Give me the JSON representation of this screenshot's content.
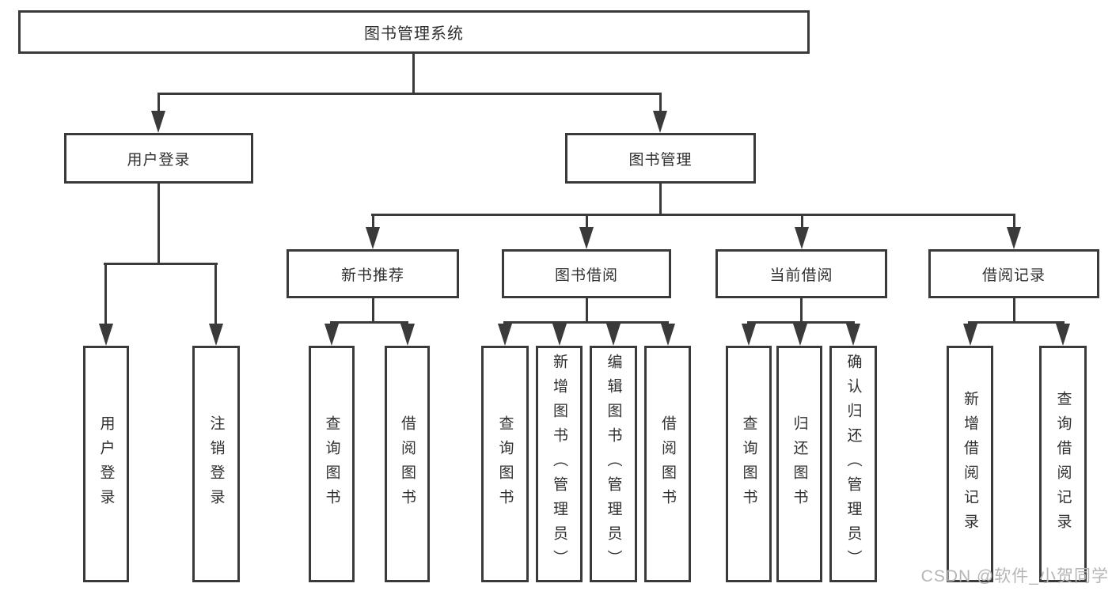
{
  "diagram": {
    "title": "图书管理系统",
    "level2": {
      "user_login": "用户登录",
      "book_management": "图书管理"
    },
    "level3": {
      "new_book_recommend": "新书推荐",
      "book_borrow": "图书借阅",
      "current_borrow": "当前借阅",
      "borrow_records": "借阅记录"
    },
    "leaves": {
      "user_login": "用户登录",
      "logout": "注销登录",
      "nb_query_books": "查询图书",
      "nb_borrow_books": "借阅图书",
      "bb_query_books": "查询图书",
      "bb_add_books_admin": "新增图书（管理员）",
      "bb_edit_books_admin": "编辑图书（管理员）",
      "bb_borrow_books": "借阅图书",
      "cb_query_books": "查询图书",
      "cb_return_books": "归还图书",
      "cb_confirm_return_admin": "确认归还（管理员）",
      "br_add_record": "新增借阅记录",
      "br_query_record": "查询借阅记录"
    },
    "watermark": "CSDN @软件_小贺同学",
    "colors": {
      "line": "#3a3a3a",
      "text": "#303030",
      "watermark": "#b5b5b5",
      "background": "#ffffff"
    }
  }
}
